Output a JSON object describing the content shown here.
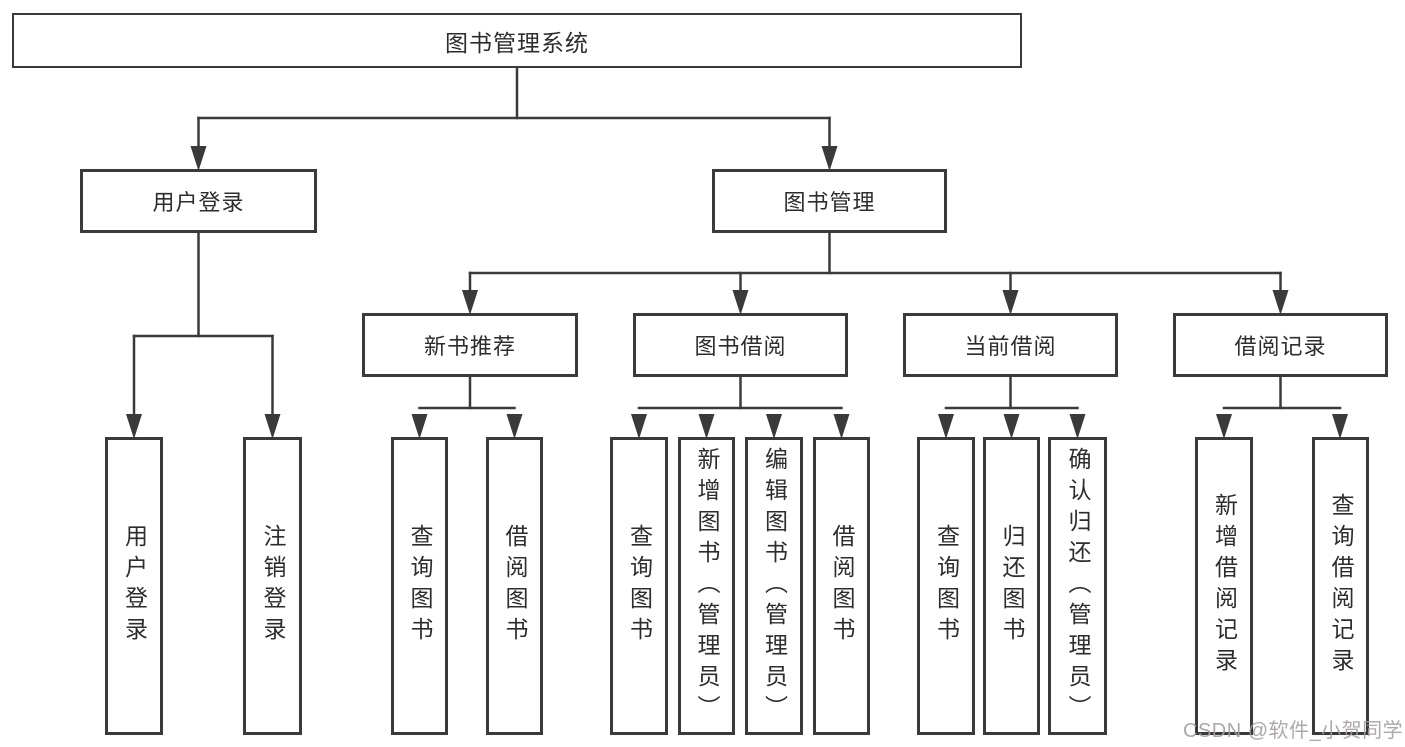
{
  "diagram": {
    "root": {
      "label": "图书管理系统"
    },
    "branches": [
      {
        "label": "用户登录",
        "leaves": [
          {
            "label": "用户登录"
          },
          {
            "label": "注销登录"
          }
        ]
      },
      {
        "label": "图书管理",
        "groups": [
          {
            "label": "新书推荐",
            "leaves": [
              {
                "label": "查询图书"
              },
              {
                "label": "借阅图书"
              }
            ]
          },
          {
            "label": "图书借阅",
            "leaves": [
              {
                "label": "查询图书"
              },
              {
                "label": "新增图书（管理员）"
              },
              {
                "label": "编辑图书（管理员）"
              },
              {
                "label": "借阅图书"
              }
            ]
          },
          {
            "label": "当前借阅",
            "leaves": [
              {
                "label": "查询图书"
              },
              {
                "label": "归还图书"
              },
              {
                "label": "确认归还（管理员）"
              }
            ]
          },
          {
            "label": "借阅记录",
            "leaves": [
              {
                "label": "新增借阅记录"
              },
              {
                "label": "查询借阅记录"
              }
            ]
          }
        ]
      }
    ]
  },
  "watermark": {
    "label": "CSDN @软件_小贺同学"
  },
  "colors": {
    "line": "#3a3a3a",
    "text": "#2d2d2d",
    "box_background": "#ffffff",
    "watermark": "#a49d9d",
    "background": "#ffffff"
  }
}
